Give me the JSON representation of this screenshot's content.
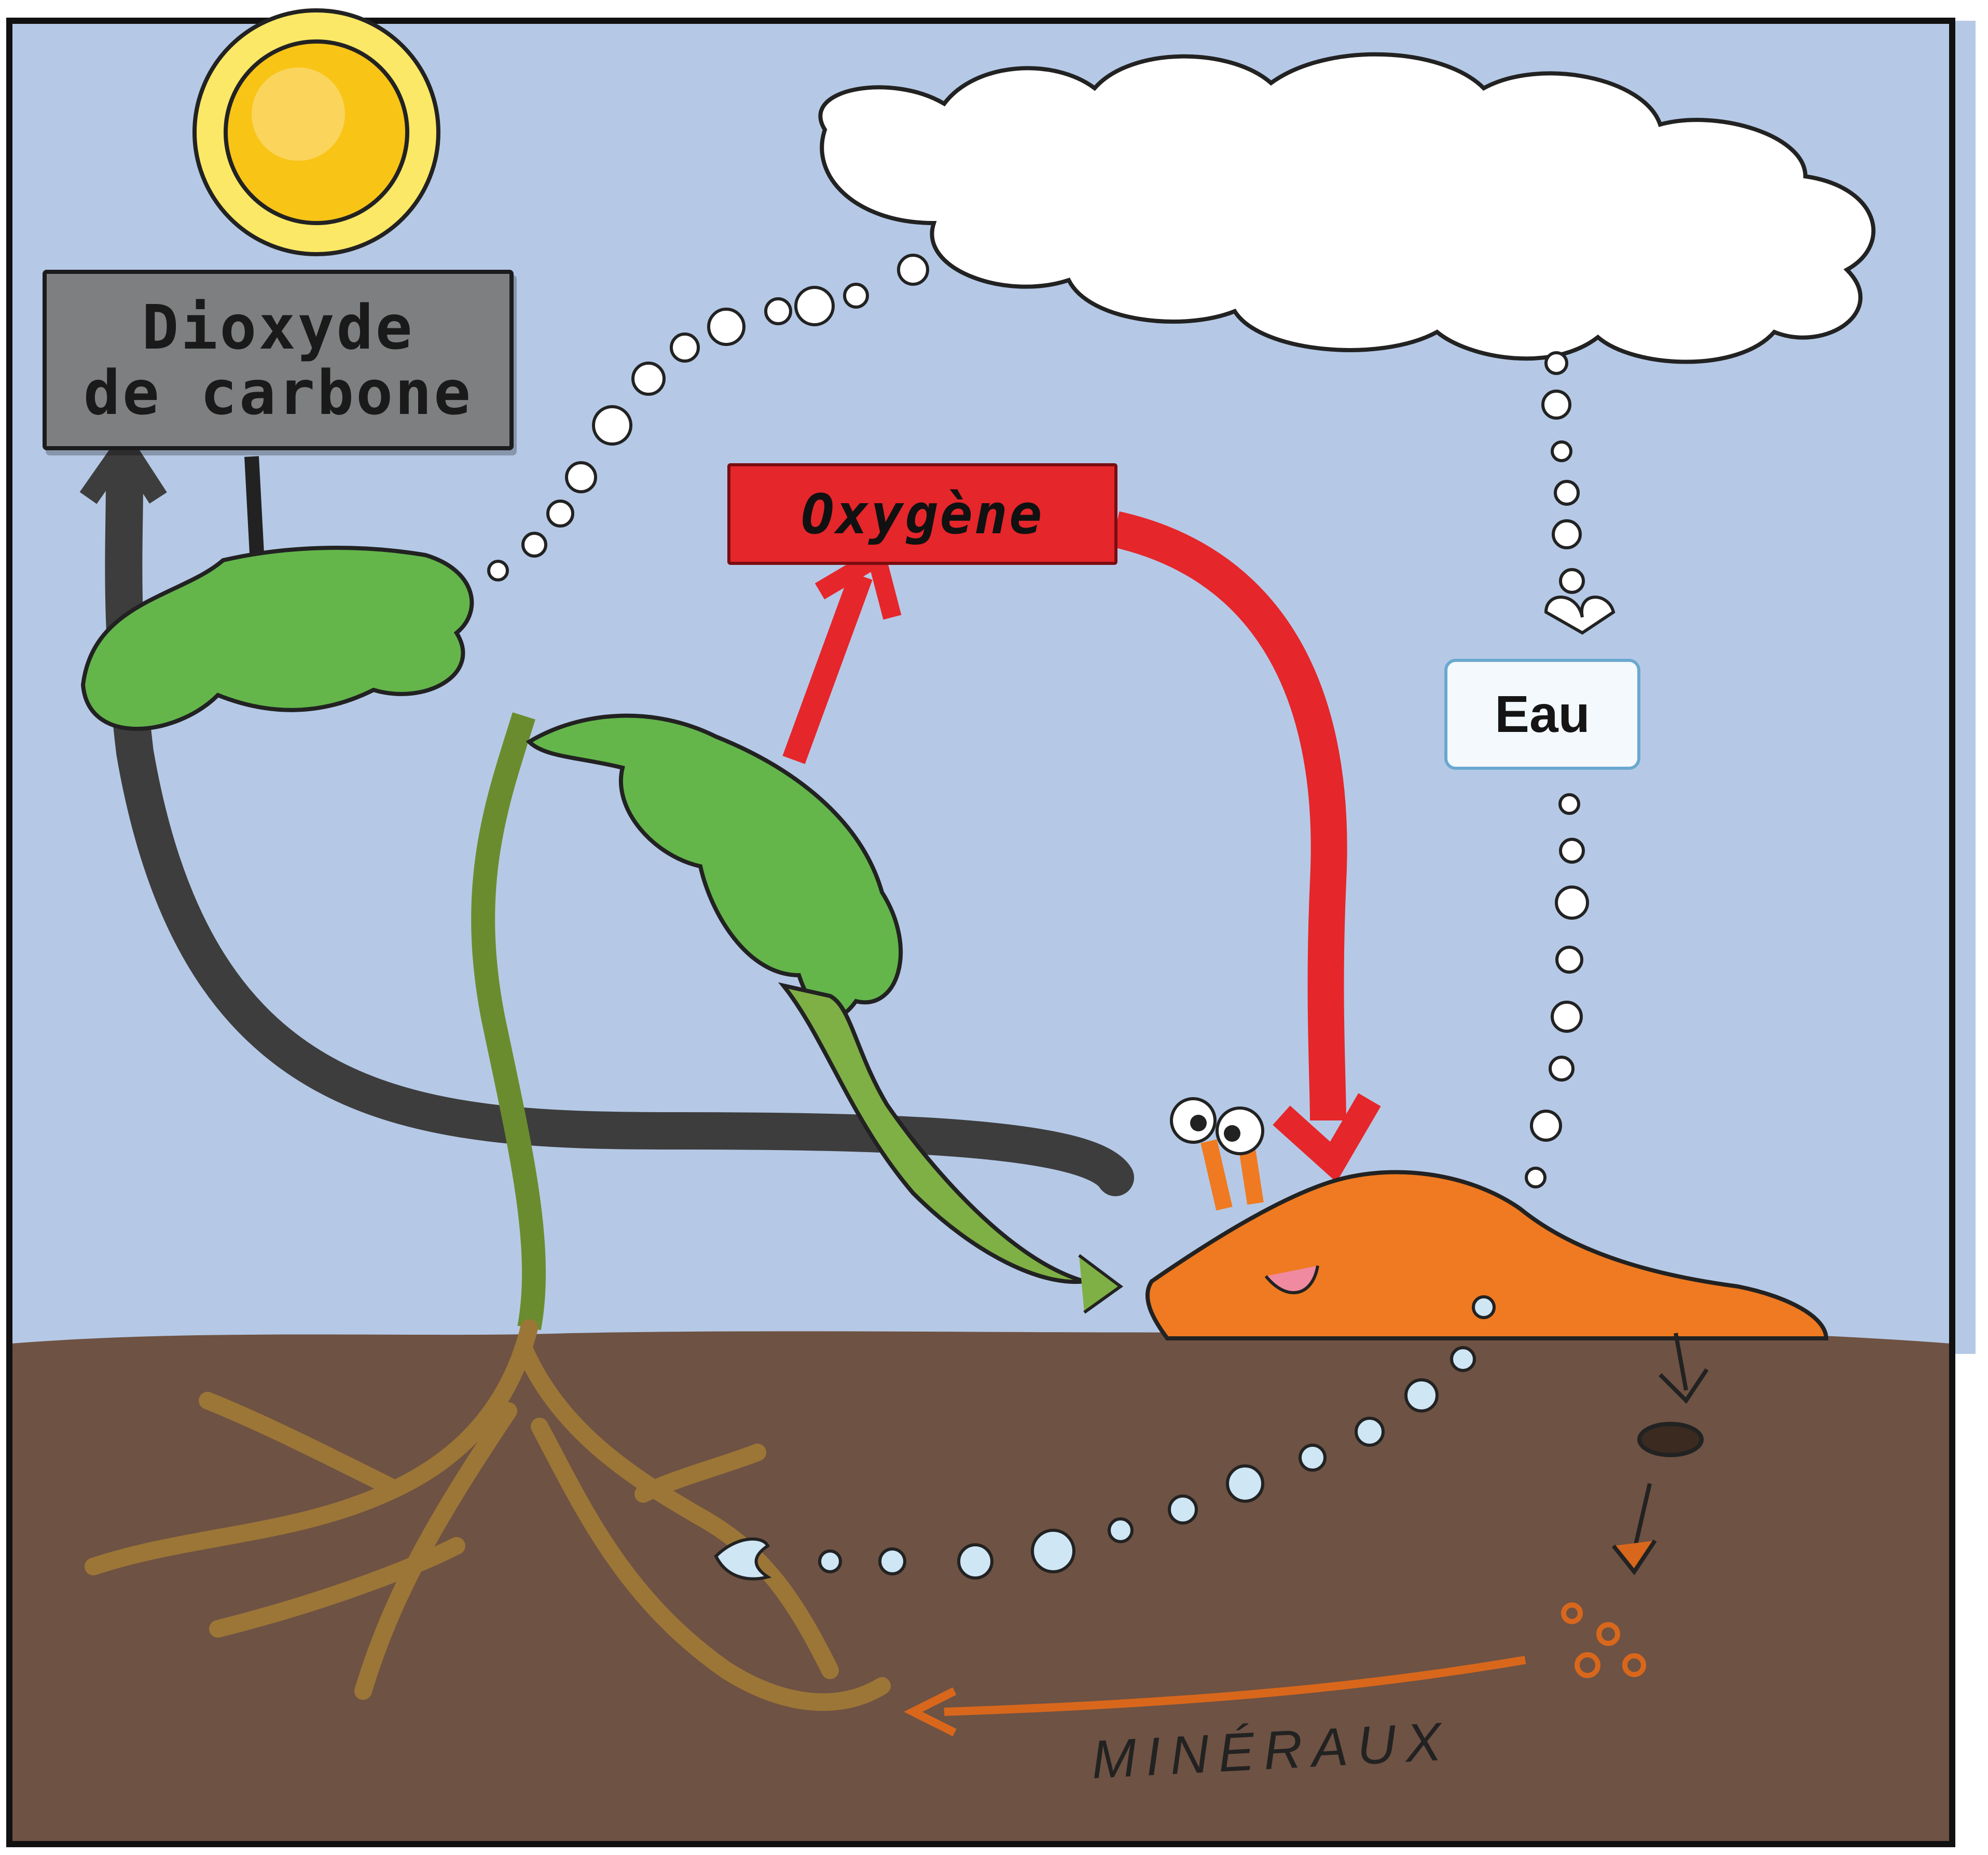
{
  "labels": {
    "carbon_dioxide": "Dioxyde\nde carbone",
    "oxygen": "Oxygène",
    "water": "Eau",
    "minerals": "MINÉRAUX"
  },
  "colors": {
    "sky": "#b5c9e6",
    "soil": "#6e5243",
    "carbon_dioxide_box": "#7d7f80",
    "oxygen_box": "#e5262b",
    "water_drops": "#ffffff",
    "minerals_arrow": "#d8671c",
    "plant_leaves": "#64b64b",
    "roots": "#9c7637",
    "slug": "#ef7a21",
    "sun": "#f8c416"
  },
  "elements": [
    "sun",
    "cloud",
    "plant",
    "roots",
    "slug",
    "soil"
  ]
}
